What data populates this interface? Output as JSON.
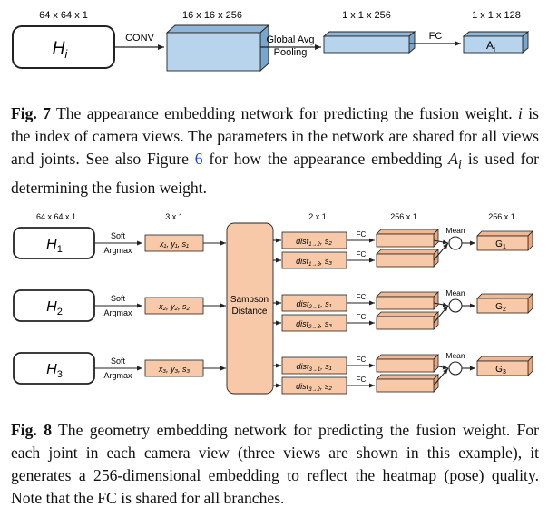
{
  "fig7": {
    "dims": [
      "64 x 64 x 1",
      "16 x 16 x 256",
      "1 x 1 x 256",
      "1 x 1 x 128"
    ],
    "input_label": "Hi",
    "conv_label": "CONV",
    "pool_label_1": "Global Avg",
    "pool_label_2": "Pooling",
    "fc_label": "FC",
    "output_label": "Ai",
    "caption": {
      "label": "Fig. 7",
      "text_1": " The appearance embedding network for predicting the fusion weight. ",
      "var_i": "i",
      "text_2": " is the index of camera views. The parameters in the network are shared for all views and joints. See also Figure ",
      "ref": "6",
      "text_3": " for how the appearance embedding ",
      "var_ai": "A",
      "var_ai_sub": "i",
      "text_4": " is used for determining the fusion weight."
    }
  },
  "fig8": {
    "dims": [
      "64 x 64 x 1",
      "3 x 1",
      "2 x 1",
      "256 x 1",
      "256 x 1"
    ],
    "soft_label_1": "Soft",
    "soft_label_2": "Argmax",
    "sampson_1": "Sampson",
    "sampson_2": "Distance",
    "fc_label": "FC",
    "mean_label": "Mean",
    "branches": [
      {
        "input": "H",
        "sub": "1",
        "point": "x₁, y₁, s₁",
        "dist_a": "dist",
        "dist_a_sub": "1→2",
        "dist_a_s": "s₂",
        "dist_b": "dist",
        "dist_b_sub": "1→3",
        "dist_b_s": "s₃",
        "out": "G",
        "out_sub": "1"
      },
      {
        "input": "H",
        "sub": "2",
        "point": "x₂, y₂, s₂",
        "dist_a": "dist",
        "dist_a_sub": "2→1",
        "dist_a_s": "s₁",
        "dist_b": "dist",
        "dist_b_sub": "2→3",
        "dist_b_s": "s₃",
        "out": "G",
        "out_sub": "2"
      },
      {
        "input": "H",
        "sub": "3",
        "point": "x₃, y₃, s₃",
        "dist_a": "dist",
        "dist_a_sub": "3→1",
        "dist_a_s": "s₁",
        "dist_b": "dist",
        "dist_b_sub": "3→2",
        "dist_b_s": "s₂",
        "out": "G",
        "out_sub": "3"
      }
    ],
    "caption": {
      "label": "Fig. 8",
      "text": " The geometry embedding network for predicting the fusion weight. For each joint in each camera view (three views are shown in this example), it generates a 256-dimensional embedding to reflect the heatmap (pose) quality. Note that the FC is shared for all branches."
    }
  },
  "colors": {
    "box_blue": "#b7d4ec",
    "box_blue_dark": "#8fb6d8",
    "box_orange": "#f8c9a8",
    "box_orange_dark": "#e9a880",
    "stroke": "#222222"
  }
}
